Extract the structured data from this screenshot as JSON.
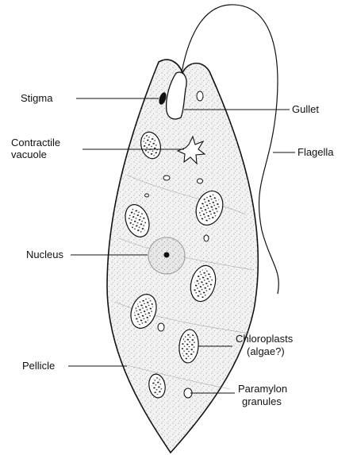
{
  "labels": {
    "stigma": "Stigma",
    "gullet": "Gullet",
    "contractile_vacuole_line1": "Contractile",
    "contractile_vacuole_line2": "vacuole",
    "flagella": "Flagella",
    "nucleus": "Nucleus",
    "chloroplasts_line1": "Chloroplasts",
    "chloroplasts_line2": "(algae?)",
    "pellicle": "Pellicle",
    "paramylon_line1": "Paramylon",
    "paramylon_line2": "granules"
  },
  "colors": {
    "ink": "#111111",
    "body_fill": "#f2f2f2"
  }
}
